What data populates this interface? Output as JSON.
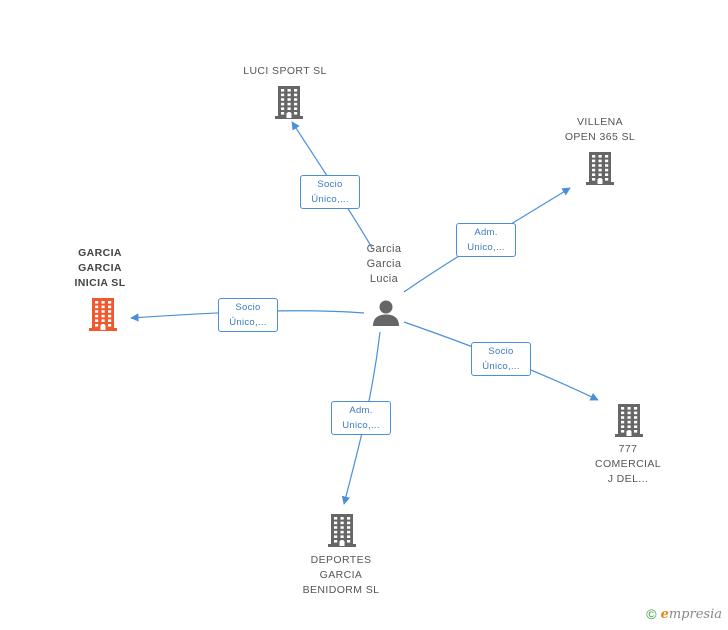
{
  "colors": {
    "edge": "#4a90d9",
    "building": "#666666",
    "building_focus": "#f0582e",
    "person": "#666666"
  },
  "center": {
    "label": "Garcia\nGarcia\nLucia",
    "icon": "person-icon"
  },
  "nodes": [
    {
      "id": "luci",
      "label": "LUCI SPORT  SL",
      "icon": "building-icon"
    },
    {
      "id": "villena",
      "label": "VILLENA\nOPEN 365  SL",
      "icon": "building-icon"
    },
    {
      "id": "garcia",
      "label": "GARCIA\nGARCIA\nINICIA  SL",
      "icon": "building-icon",
      "highlighted": true
    },
    {
      "id": "comercial",
      "label": "777\nCOMERCIAL\nJ DEL...",
      "icon": "building-icon"
    },
    {
      "id": "deportes",
      "label": "DEPORTES\nGARCIA\nBENIDORM  SL",
      "icon": "building-icon"
    }
  ],
  "edges": [
    {
      "to": "luci",
      "label": "Socio\nÚnico,..."
    },
    {
      "to": "villena",
      "label": "Adm.\nUnico,..."
    },
    {
      "to": "garcia",
      "label": "Socio\nÚnico,..."
    },
    {
      "to": "comercial",
      "label": "Socio\nÚnico,..."
    },
    {
      "to": "deportes",
      "label": "Adm.\nUnico,..."
    }
  ],
  "footer": {
    "copyright": "©",
    "brand_first": "e",
    "brand_rest": "mpresia"
  }
}
